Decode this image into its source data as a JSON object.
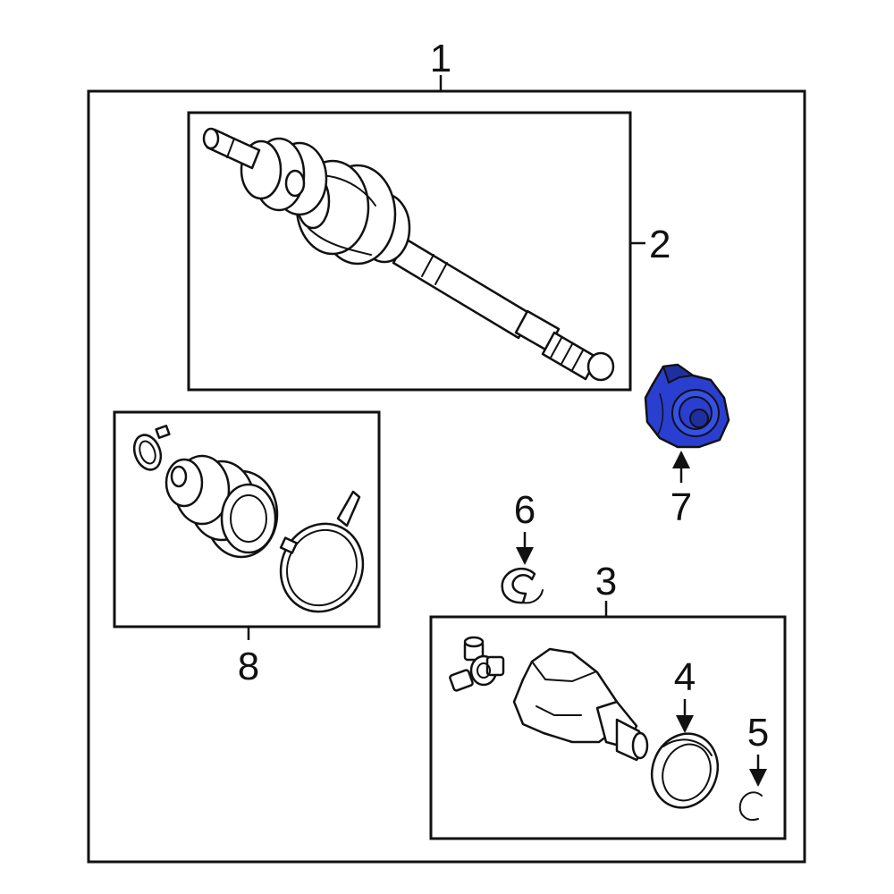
{
  "callouts": {
    "c1": "1",
    "c2": "2",
    "c3": "3",
    "c4": "4",
    "c5": "5",
    "c6": "6",
    "c7": "7",
    "c8": "8"
  },
  "colors": {
    "background": "#f7f7f7",
    "highlight": "#2a3fd0",
    "line": "#111111"
  },
  "icons": {
    "axle_shaft": "drive-axle-shaft-icon",
    "inner_joint": "inner-joint-housing-icon",
    "tripod": "tripod-joint-icon",
    "seal": "seal-ring-icon",
    "snap_ring": "snap-ring-icon",
    "clamp": "clamp-icon",
    "damper": "dynamic-damper-icon",
    "boot_kit": "boot-kit-icon"
  }
}
